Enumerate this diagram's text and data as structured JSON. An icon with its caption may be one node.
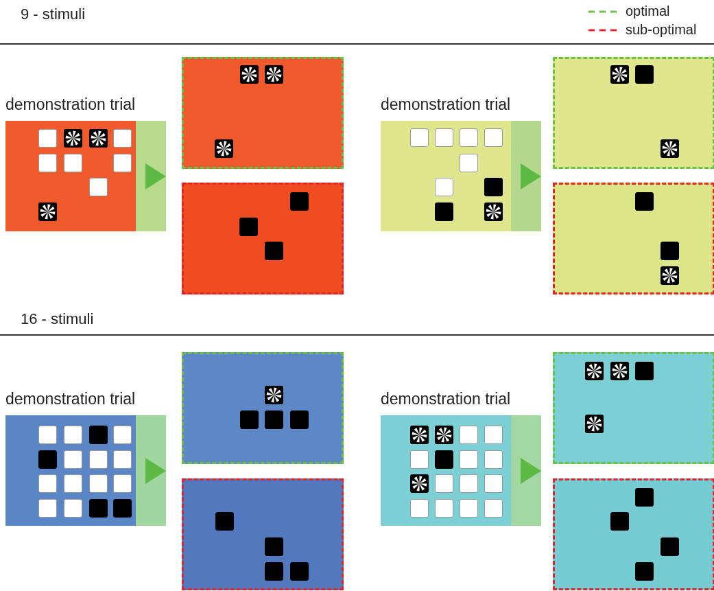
{
  "diagram": {
    "nodes": [
      {
        "text": [
          "demonstration trial"
        ]
      },
      {
        "text": [],
        "shape": "box"
      },
      {
        "text": [],
        "shape": "box"
      },
      {
        "text": [
          "demonstration trial"
        ]
      },
      {
        "text": [],
        "shape": "box"
      },
      {
        "text": [],
        "shape": "box"
      },
      {
        "text": [
          "demonstration trial"
        ]
      },
      {
        "text": [],
        "shape": "box"
      },
      {
        "text": [],
        "shape": "box"
      },
      {
        "text": [
          "demonstration trial"
        ]
      },
      {
        "text": [],
        "shape": "box"
      },
      {
        "text": [],
        "shape": "box"
      }
    ],
    "labels": [
      "9 - stimuli",
      "16 - stimuli"
    ],
    "legend": [
      {
        "text": "optimal"
      },
      {
        "text": "sub-optimal"
      }
    ]
  }
}
